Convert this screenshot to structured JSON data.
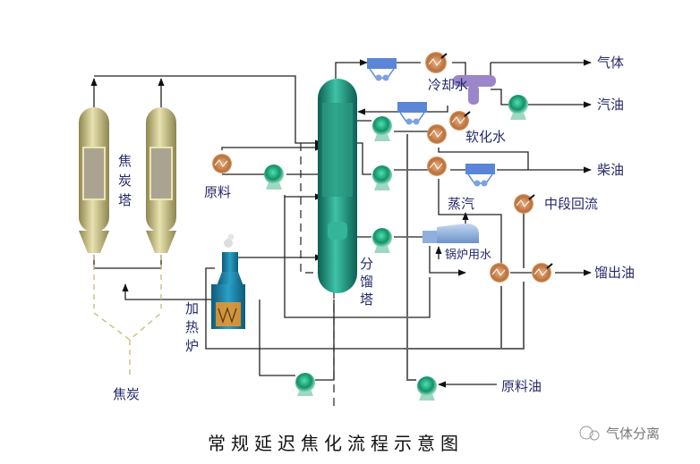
{
  "title": "常规延迟焦化流程示意图",
  "watermark": "气体分离",
  "equipment": {
    "coke_drum": "焦炭塔",
    "fractionator": "分馏塔",
    "furnace": "加热炉"
  },
  "inputs": {
    "feed": "原料",
    "feed_oil": "原料油",
    "cooling_water": "冷却水",
    "soft_water": "软化水",
    "boiler_water": "锅炉用水"
  },
  "products": {
    "gas": "气体",
    "gasoline": "汽油",
    "diesel": "柴油",
    "steam": "蒸汽",
    "mid_reflux": "中段回流",
    "distillate": "馏出油",
    "coke": "焦炭"
  },
  "colors": {
    "drum_body": "#c8c08a",
    "column_body": "#1f8f7c",
    "pump": "#2aa37e",
    "exchanger": "#c9844b",
    "cooler_box": "#5b86d6",
    "separator": "#9a86c8",
    "furnace": "#1d7fa0",
    "label": "#262a6a"
  }
}
